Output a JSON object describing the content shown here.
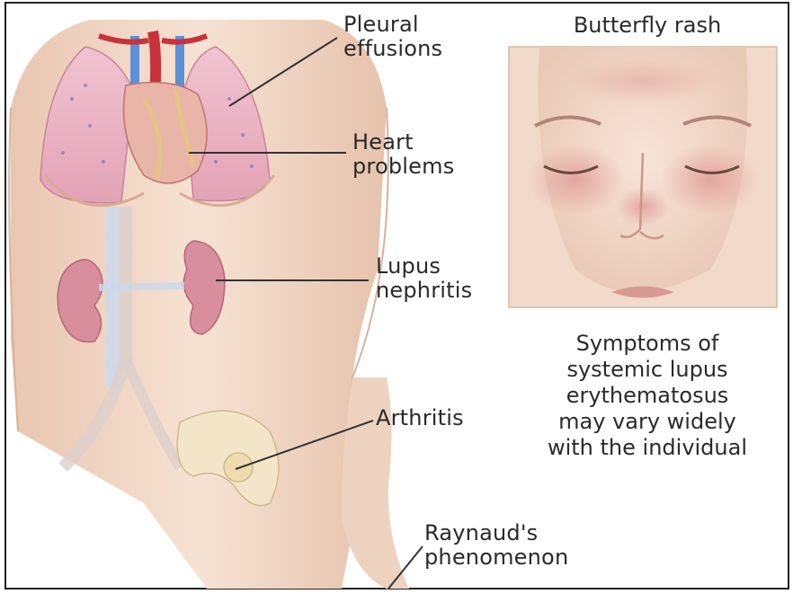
{
  "labels": {
    "pleural": [
      "Pleural",
      "effusions"
    ],
    "heart": [
      "Heart",
      "problems"
    ],
    "lupus": [
      "Lupus",
      "nephritis"
    ],
    "arthritis": [
      "Arthritis"
    ],
    "raynaud": [
      "Raynaud's",
      "phenomenon"
    ]
  },
  "rash_title": "Butterfly rash",
  "caption": [
    "Symptoms of",
    "systemic lupus",
    "erythematosus",
    "may vary widely",
    "with the individual"
  ],
  "colors": {
    "skin": "#f3dccb",
    "lung": "#eab2c3",
    "kidney": "#d98e9e",
    "vessel_blue": "#5b8fd6",
    "vessel_red": "#c8323a",
    "rash": "#e7a3a0",
    "leader_line": "#333333"
  }
}
